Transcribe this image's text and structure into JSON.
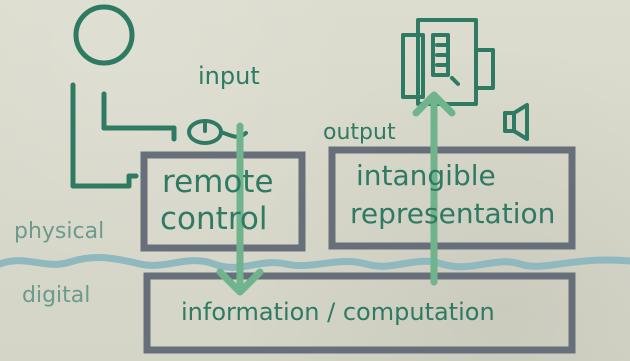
{
  "labels": {
    "input": "input",
    "output": "output",
    "physical": "physical",
    "digital": "digital",
    "remote_control_line1": "remote",
    "remote_control_line2": "control",
    "intangible_line1": "intangible",
    "intangible_line2": "representation",
    "info": "information / computation"
  },
  "colors": {
    "ink_green": "#2f7a62",
    "box_gray": "#67707a",
    "arrow_green": "#6fb48c",
    "wave": "#8fb8bf"
  },
  "icons": {
    "person": "person-icon",
    "mouse": "mouse-icon",
    "monitor": "monitor-icon",
    "speaker": "speaker-icon"
  }
}
